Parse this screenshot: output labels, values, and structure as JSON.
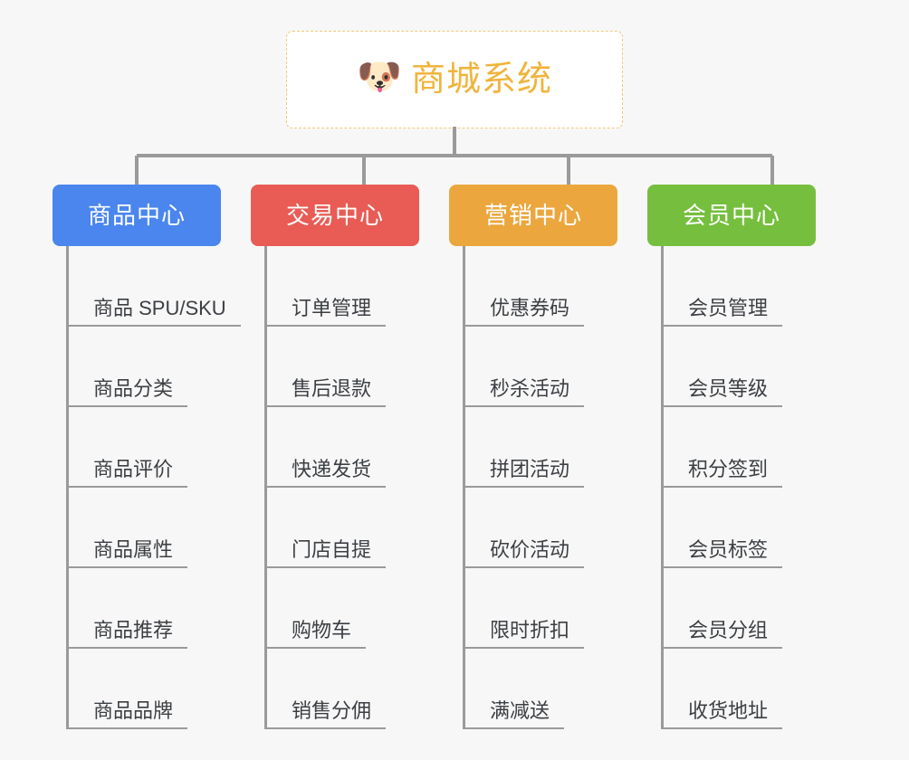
{
  "diagram": {
    "type": "mindmap",
    "background_color": "#f7f7f7",
    "root": {
      "icon": "dog-face-emoji",
      "icon_glyph": "🐶",
      "title": "商城系统",
      "text_color": "#f0b43c",
      "border_color": "#eec97a",
      "background_color": "#ffffff"
    },
    "connector_color": "#9a9a9a",
    "branches": [
      {
        "label": "商品中心",
        "color": "#4a86ee",
        "color_name": "blue",
        "items": [
          "商品 SPU/SKU",
          "商品分类",
          "商品评价",
          "商品属性",
          "商品推荐",
          "商品品牌"
        ]
      },
      {
        "label": "交易中心",
        "color": "#e85c55",
        "color_name": "red",
        "items": [
          "订单管理",
          "售后退款",
          "快递发货",
          "门店自提",
          "购物车",
          "销售分佣"
        ]
      },
      {
        "label": "营销中心",
        "color": "#eba73d",
        "color_name": "orange",
        "items": [
          "优惠券码",
          "秒杀活动",
          "拼团活动",
          "砍价活动",
          "限时折扣",
          "满减送"
        ]
      },
      {
        "label": "会员中心",
        "color": "#76bf3e",
        "color_name": "green",
        "items": [
          "会员管理",
          "会员等级",
          "积分签到",
          "会员标签",
          "会员分组",
          "收货地址"
        ]
      }
    ]
  }
}
